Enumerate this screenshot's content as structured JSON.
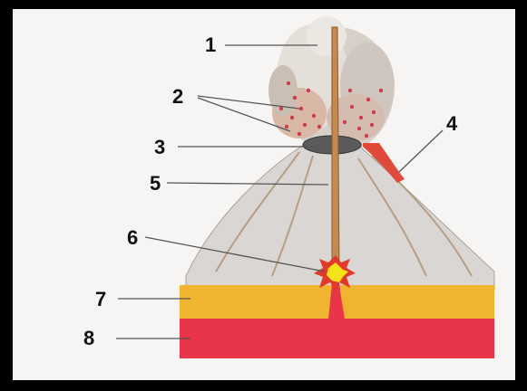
{
  "labels": [
    "1",
    "2",
    "3",
    "4",
    "5",
    "6",
    "7",
    "8"
  ],
  "colors": {
    "frame": "#000000",
    "background": "#f6f5f3",
    "cone": "#d9d6d4",
    "cone_streak": "#b9a58a",
    "crater": "#5b5b5b",
    "lava_flow": "#e04a3a",
    "conduit": "#c48a52",
    "magma_chamber": "#f5e21a",
    "magma_burst": "#e23a2a",
    "crust_layer": "#f0b430",
    "mantle_layer": "#e8354a",
    "ash_cloud": "#cfc9c2",
    "ash_particles": "#d9505a"
  },
  "icons": [
    "volcano-cross-section"
  ]
}
